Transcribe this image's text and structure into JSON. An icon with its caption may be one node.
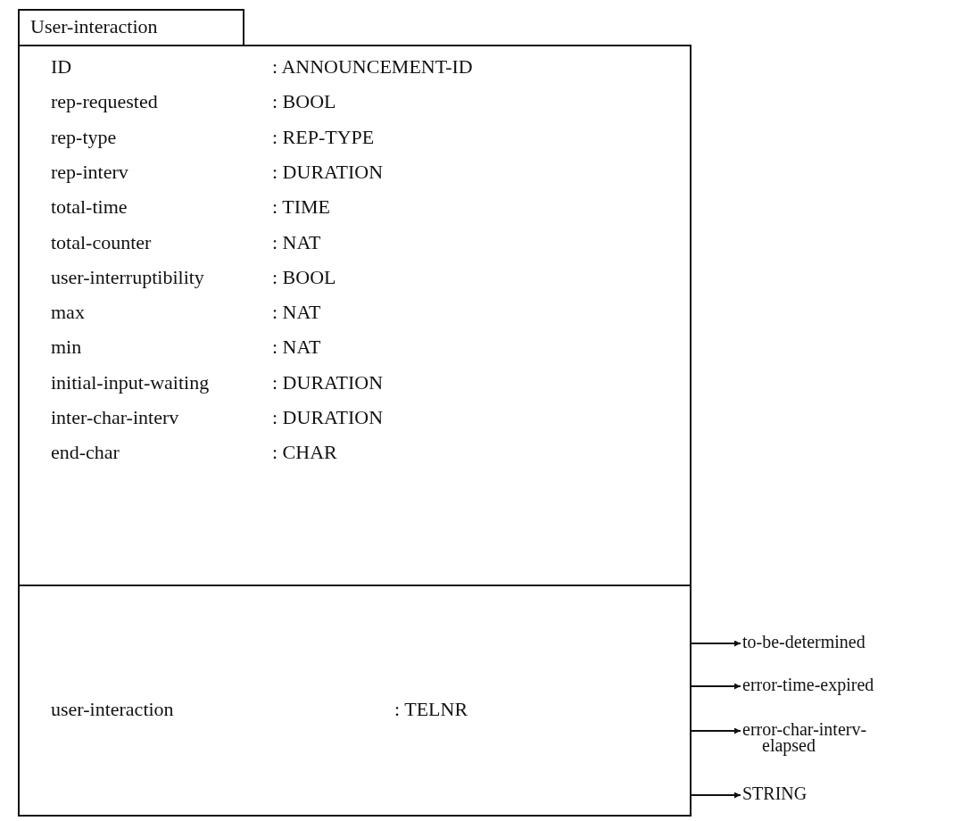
{
  "diagram": {
    "nodes": [
      {
        "text": [
          "User-interaction"
        ]
      },
      {
        "text": [
          "ID",
          ": ANNOUNCEMENT-ID",
          "rep-requested",
          ": BOOL",
          "rep-type",
          ": REP-TYPE",
          "rep-interv",
          ": DURATION",
          "total-time",
          ": TIME",
          "total-counter",
          ": NAT",
          "user-interruptibility",
          ": BOOL",
          "max",
          ": NAT",
          "min",
          ": NAT",
          "initial-input-waiting",
          ": DURATION",
          "inter-char-interv",
          ": DURATION",
          "end-char",
          ": CHAR"
        ],
        "in": 0
      },
      {
        "text": [
          "user-interaction",
          ": TELNR"
        ],
        "in": 0
      },
      {
        "text": [
          "to-be-determined"
        ]
      },
      {
        "text": [
          "error-time-expired"
        ]
      },
      {
        "text": [
          "error-char-interv- elapsed"
        ]
      },
      {
        "text": [
          "STRING"
        ]
      }
    ],
    "edges": [
      {
        "from": 2,
        "to": 3,
        "arrow": "to"
      },
      {
        "from": 2,
        "to": 4,
        "arrow": "to"
      },
      {
        "from": 2,
        "to": 5,
        "arrow": "to"
      },
      {
        "from": 2,
        "to": 6,
        "arrow": "to"
      }
    ]
  }
}
